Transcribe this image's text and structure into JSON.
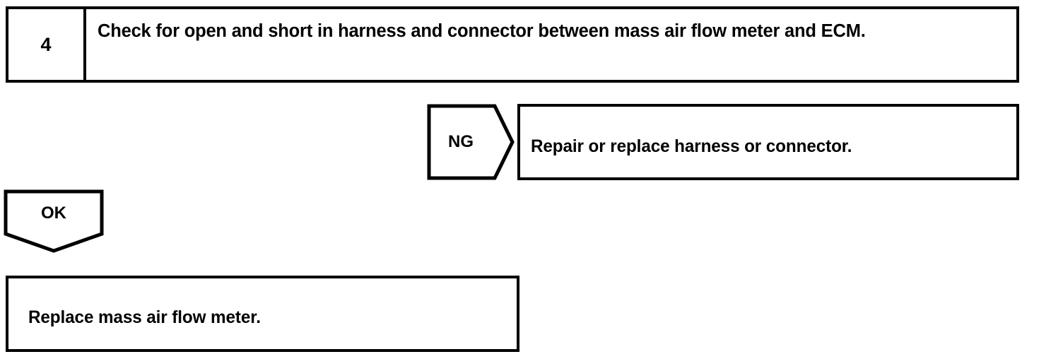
{
  "diagram": {
    "type": "automotive-diagnostic-flowchart",
    "ink_color": "#000000",
    "background_color": "#ffffff",
    "step": {
      "number": "4",
      "instruction": "Check for open and short in harness and connector between mass air flow meter and ECM."
    },
    "branches": [
      {
        "label": "NG",
        "shape": "right-pointing-pentagon",
        "result": "Repair or replace harness or connector."
      },
      {
        "label": "OK",
        "shape": "down-pointing-pentagon",
        "result": "Replace mass air flow meter."
      }
    ]
  }
}
